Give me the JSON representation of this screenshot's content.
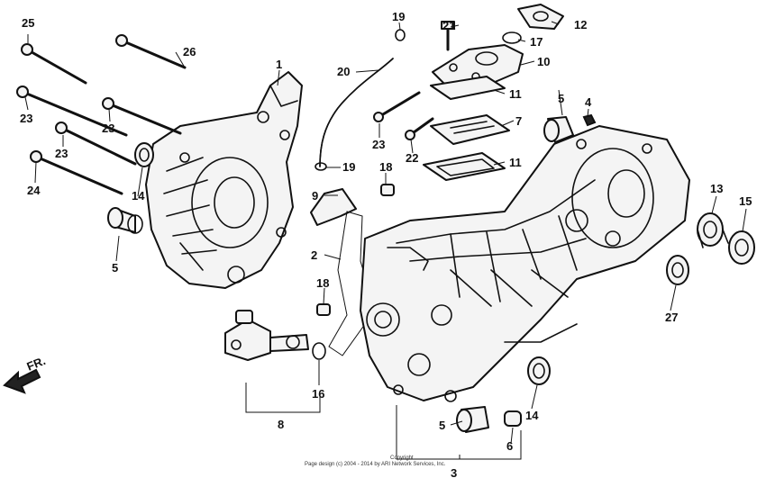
{
  "callouts": {
    "c1": "1",
    "c2": "2",
    "c3": "3",
    "c4": "4",
    "c5a": "5",
    "c5b": "5",
    "c5c": "5",
    "c6": "6",
    "c7": "7",
    "c8": "8",
    "c9": "9",
    "c10": "10",
    "c11a": "11",
    "c11b": "11",
    "c12": "12",
    "c13": "13",
    "c14a": "14",
    "c14b": "14",
    "c15": "15",
    "c16": "16",
    "c17": "17",
    "c18a": "18",
    "c18b": "18",
    "c19a": "19",
    "c19b": "19",
    "c20": "20",
    "c21": "21",
    "c22": "22",
    "c23a": "23",
    "c23b": "23",
    "c23c": "23",
    "c23d": "23",
    "c24": "24",
    "c25": "25",
    "c26": "26",
    "c27": "27"
  },
  "direction_label": "FR.",
  "copyright": {
    "line1": "Copyright",
    "line2": "Page design (c) 2004 - 2014 by ARI Network Services, Inc."
  }
}
